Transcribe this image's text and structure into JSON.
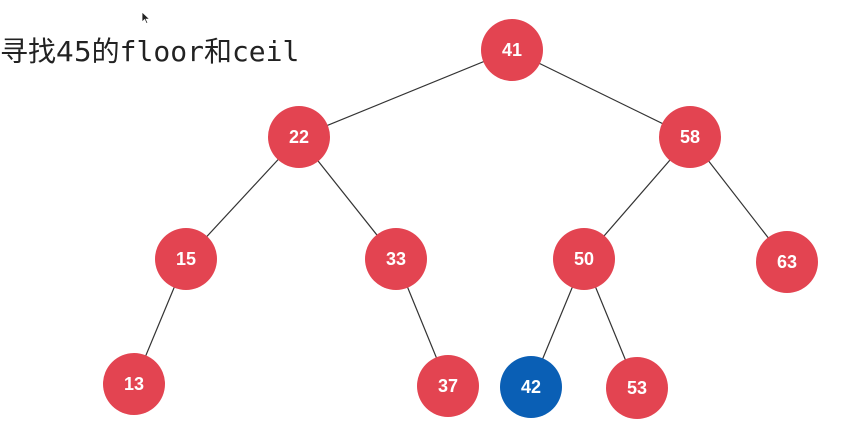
{
  "title": {
    "prefix": "寻找45的",
    "word1": "floor",
    "connector": "和",
    "word2": "ceil"
  },
  "colors": {
    "node_default": "#e34451",
    "node_highlight": "#0a5fb5",
    "edge": "#333333",
    "label": "#ffffff"
  },
  "tree": {
    "nodes": [
      {
        "id": "n41",
        "label": "41"
      },
      {
        "id": "n22",
        "label": "22"
      },
      {
        "id": "n58",
        "label": "58"
      },
      {
        "id": "n15",
        "label": "15"
      },
      {
        "id": "n33",
        "label": "33"
      },
      {
        "id": "n50",
        "label": "50"
      },
      {
        "id": "n63",
        "label": "63"
      },
      {
        "id": "n13",
        "label": "13"
      },
      {
        "id": "n37",
        "label": "37"
      },
      {
        "id": "n42",
        "label": "42",
        "highlighted": true
      },
      {
        "id": "n53",
        "label": "53"
      }
    ],
    "edges": [
      [
        "n41",
        "n22"
      ],
      [
        "n41",
        "n58"
      ],
      [
        "n22",
        "n15"
      ],
      [
        "n22",
        "n33"
      ],
      [
        "n58",
        "n50"
      ],
      [
        "n58",
        "n63"
      ],
      [
        "n15",
        "n13"
      ],
      [
        "n33",
        "n37"
      ],
      [
        "n50",
        "n42"
      ],
      [
        "n50",
        "n53"
      ]
    ]
  }
}
